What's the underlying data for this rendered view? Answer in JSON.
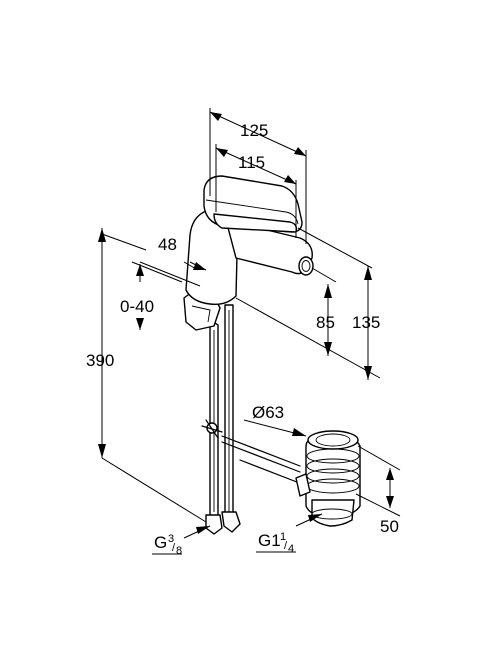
{
  "dimensions": {
    "overall_length": "125",
    "lever_length": "115",
    "spout_reach": "48",
    "swivel_range": "0-40",
    "spout_height": "85",
    "lever_height": "135",
    "total_height": "390",
    "waste_diameter": "Ø63",
    "waste_height": "50",
    "supply_thread": "G3/8",
    "waste_thread": "G1 1/4"
  },
  "thread_fractions": {
    "supply_num": "3",
    "supply_den": "8",
    "waste_num": "1",
    "waste_den": "4"
  }
}
